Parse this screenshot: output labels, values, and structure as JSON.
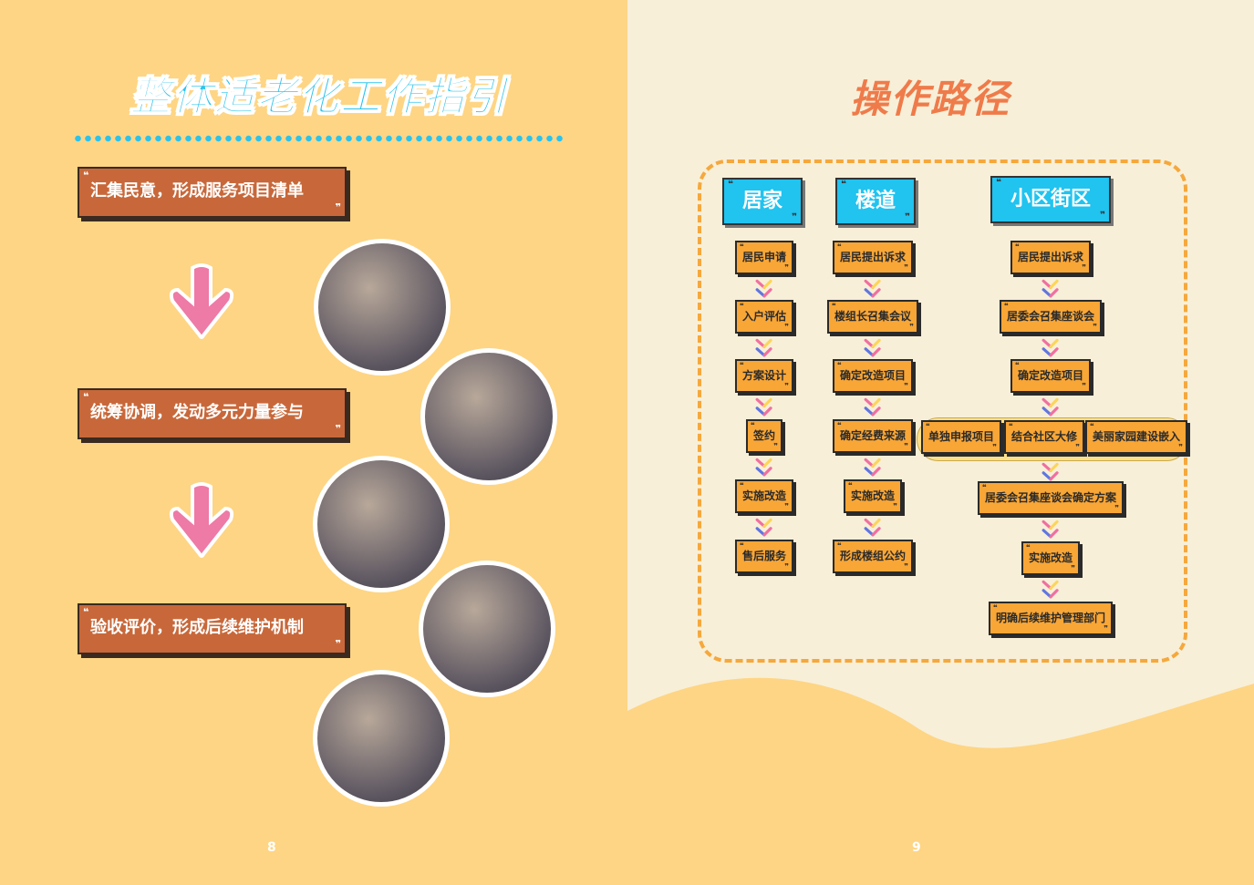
{
  "left_page": {
    "title": "整体适老化工作指引",
    "steps": [
      "汇集民意，形成服务项目清单",
      "统筹协调，发动多元力量参与",
      "验收评价，形成后续维护机制"
    ],
    "page_number": "8"
  },
  "right_page": {
    "title": "操作路径",
    "columns": [
      {
        "header": "居家",
        "steps": [
          "居民申请",
          "入户评估",
          "方案设计",
          "签约",
          "实施改造",
          "售后服务"
        ]
      },
      {
        "header": "楼道",
        "steps": [
          "居民提出诉求",
          "楼组长召集会议",
          "确定改造项目",
          "确定经费来源",
          "实施改造",
          "形成楼组公约"
        ]
      },
      {
        "header": "小区街区",
        "steps": [
          "居民提出诉求",
          "居委会召集座谈会",
          "确定改造项目"
        ],
        "options": [
          "单独申报项目",
          "结合社区大修",
          "美丽家园建设嵌入"
        ],
        "after": [
          "居委会召集座谈会确定方案",
          "实施改造",
          "明确后续维护管理部门"
        ]
      }
    ],
    "page_number": "9"
  },
  "quote_open": "❝",
  "quote_close": "❞"
}
